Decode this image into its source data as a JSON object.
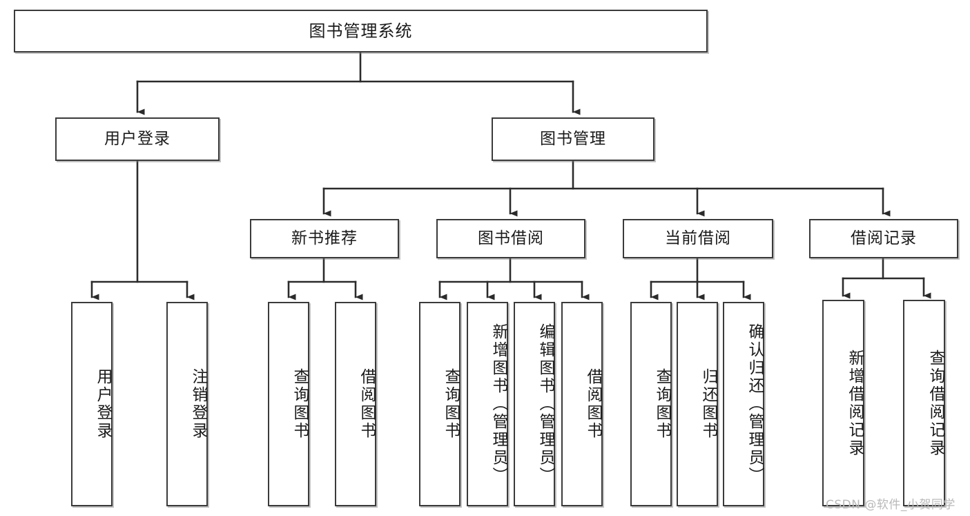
{
  "diagram": {
    "type": "tree",
    "title": "图书管理系统",
    "colors": {
      "box_border": "#3a3a3a",
      "box_fill": "#ffffff",
      "connector": "#2b2b2b",
      "watermark": "#b9b9b9",
      "background": "#ffffff"
    },
    "root": {
      "label": "图书管理系统"
    },
    "level2": [
      {
        "label": "用户登录"
      },
      {
        "label": "图书管理"
      }
    ],
    "level3": [
      {
        "label": "新书推荐"
      },
      {
        "label": "图书借阅"
      },
      {
        "label": "当前借阅"
      },
      {
        "label": "借阅记录"
      }
    ],
    "leaves": {
      "user_login": [
        {
          "label": "用户登录"
        },
        {
          "label": "注销登录"
        }
      ],
      "new_book_recommend": [
        {
          "label": "查询图书"
        },
        {
          "label": "借阅图书"
        }
      ],
      "book_borrow": [
        {
          "label": "查询图书"
        },
        {
          "label": "新增图书（管理员）"
        },
        {
          "label": "编辑图书（管理员）"
        },
        {
          "label": "借阅图书"
        }
      ],
      "current_borrow": [
        {
          "label": "查询图书"
        },
        {
          "label": "归还图书"
        },
        {
          "label": "确认归还（管理员）"
        }
      ],
      "borrow_records": [
        {
          "label": "新增借阅记录"
        },
        {
          "label": "查询借阅记录"
        }
      ]
    },
    "watermark": "CSDN @软件_小贺同学"
  }
}
